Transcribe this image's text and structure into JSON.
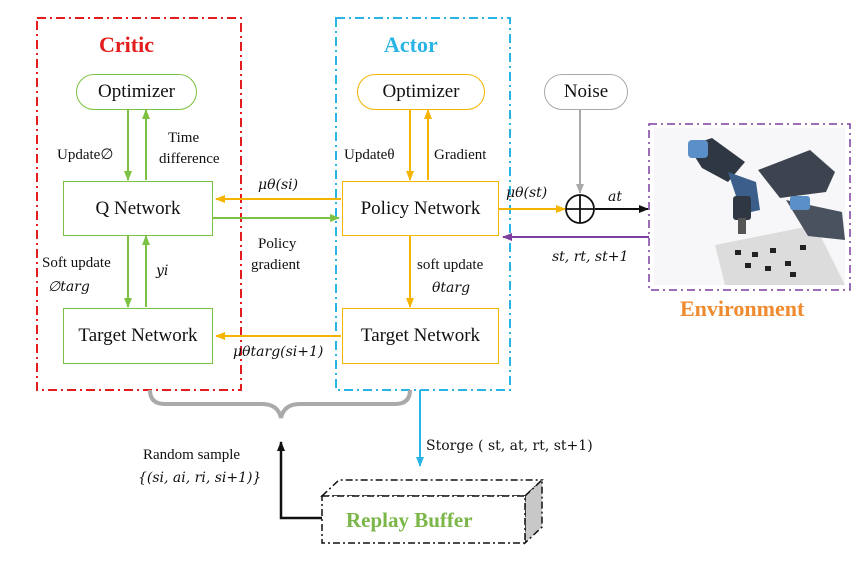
{
  "critic": {
    "title": "Critic",
    "optimizer": "Optimizer",
    "q_network": "Q Network",
    "target_network": "Target Network",
    "update": "Update∅",
    "time_difference_1": "Time",
    "time_difference_2": "difference",
    "soft_update": "Soft update",
    "phi_targ": "∅targ",
    "y_i": "yi"
  },
  "actor": {
    "title": "Actor",
    "optimizer": "Optimizer",
    "policy_network": "Policy Network",
    "target_network": "Target Network",
    "update": "Updateθ",
    "gradient": "Gradient",
    "soft_update": "soft update",
    "theta_targ": "θtarg"
  },
  "links": {
    "mu_si": "μθ(si)",
    "policy_gradient_1": "Policy",
    "policy_gradient_2": "gradient",
    "mu_targ": "μθtarg(si+1)",
    "mu_st": "μθ(st)",
    "a_t": "at",
    "feedback": "st, rt, st+1",
    "storage": "Storge ( st, at, rt, st+1)",
    "random_sample_1": "Random sample",
    "random_sample_2": "{(si, ai, ri, si+1)}"
  },
  "noise": "Noise",
  "environment": "Environment",
  "replay_buffer": "Replay Buffer",
  "colors": {
    "critic": "#e31d1d",
    "actor": "#2ab4e6",
    "green": "#7cc242",
    "yellow": "#f4b400",
    "purple": "#7b3fa0",
    "orange": "#ef8a2e",
    "gray": "#aaaaaa"
  }
}
